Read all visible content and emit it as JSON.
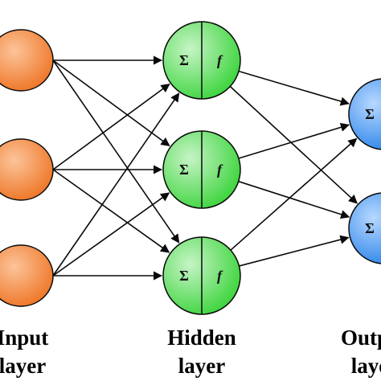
{
  "colors": {
    "input_fill_light": "#fcc49a",
    "input_fill_dark": "#ee7424",
    "hidden_fill_light": "#c6f4c6",
    "hidden_fill_dark": "#3fd53f",
    "output_fill_light": "#b7d8ff",
    "output_fill_dark": "#2f86ea",
    "stroke": "#0a0a0a",
    "background": "#ffffff"
  },
  "layers": {
    "input": {
      "label_line1": "Input",
      "label_line2": "layer",
      "node_count": 3
    },
    "hidden": {
      "label_line1": "Hidden",
      "label_line2": "layer",
      "node_count": 3,
      "sum_symbol": "Σ",
      "activation_symbol": "f"
    },
    "output": {
      "label_line1": "Output",
      "label_line2": "layer",
      "node_count": 2,
      "sum_symbol": "Σ"
    }
  },
  "connections": {
    "input_to_hidden": "fully-connected",
    "hidden_to_output": "fully-connected",
    "arrow_style": "filled-arrowhead"
  }
}
